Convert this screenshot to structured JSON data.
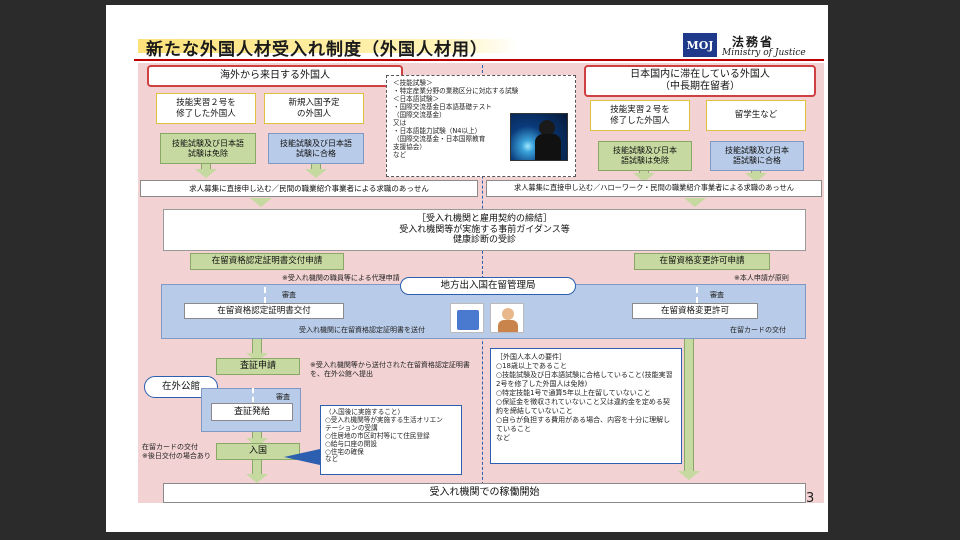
{
  "title": "新たな外国人材受入れ制度（外国人材用）",
  "logo": {
    "mark": "MOJ",
    "org_ja": "法務省",
    "org_en": "Ministry of Justice"
  },
  "page_number": "3",
  "left": {
    "header": "海外から来日する外国人",
    "cat1": "技能実習２号を\n修了した外国人",
    "cat2": "新規入国予定\nの外国人",
    "exam1": "技能試験及び日本語\n試験は免除",
    "exam2": "技能試験及び日本語\n試験に合格",
    "job": "求人募集に直接申し込む／民間の職業紹介事業者による求職のあっせん"
  },
  "right": {
    "header": "日本国内に滞在している外国人\n（中長期在留者）",
    "cat1": "技能実習２号を\n修了した外国人",
    "cat2": "留学生など",
    "exam1": "技能試験及び日本\n語試験は免除",
    "exam2": "技能試験及び日本\n語試験に合格",
    "job": "求人募集に直接申し込む／ハローワーク・民間の職業紹介事業者による求職のあっせん"
  },
  "exam_info": [
    "＜技能試験＞",
    "・特定産業分野の業務区分に対応する試験",
    "＜日本語試験＞",
    "・国際交流基金日本語基礎テスト",
    "（国際交流基金）",
    "又は",
    "・日本語能力試験（N4以上）",
    "（国際交流基金・日本国際教育",
    "支援協会）",
    "など"
  ],
  "contract": "［受入れ機関と雇用契約の締結］\n受入れ機関等が実施する事前ガイダンス等\n健康診断の受診",
  "coe_apply": "在留資格認定証明書交付申請",
  "coe_note": "※受入れ機関の職員等による代理申請",
  "change_apply": "在留資格変更許可申請",
  "change_note": "※本人申請が原則",
  "immigration_bureau": "地方出入国在留管理局",
  "review1": "審査",
  "review2": "審査",
  "review3": "審査",
  "coe_issue": "在留資格認定証明書交付",
  "coe_send": "受入れ機関に在留資格認定証明書を送付",
  "change_grant": "在留資格変更許可",
  "card_issue": "在留カードの交付",
  "visa_apply": "査証申請",
  "visa_note": "※受入れ機関等から送付された在留資格認定証明書を、在外公館へ提出",
  "embassy": "在外公館",
  "visa_issue": "査証発給",
  "entry": "入国",
  "entry_note": "在留カードの交付\n※後日交付の場合あり",
  "after_entry": [
    "（入国後に実施すること）",
    "○受入れ機関等が実施する生活オリエン",
    "テーションの受講",
    "○住居地の市区町村等にて住民登録",
    "○給与口座の開設",
    "○住宅の確保",
    "など"
  ],
  "requirements": [
    "［外国人本人の要件］",
    "○18歳以上であること",
    "○技能試験及び日本語試験に合格していること(技能実習2号を修了した外国人は免除)",
    "○特定技能1号で通算5年以上在留していないこと",
    "○保証金を徴収されていないこと又は違約金を定める契約を締結していないこと",
    "○自らが負担する費用がある場合、内容を十分に理解していること",
    "など"
  ],
  "start": "受入れ機関での稼働開始",
  "colors": {
    "left_bg": "#f2d2d2",
    "header_red": "#c00000",
    "green": "#c5d9a0",
    "blue": "#b8cbe8"
  }
}
